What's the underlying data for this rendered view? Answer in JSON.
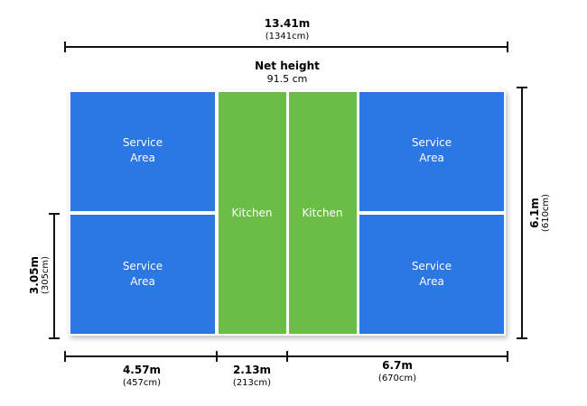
{
  "court": {
    "width_label": "13.41m",
    "width_label_cm": "(1341cm)",
    "net_label": "Net height",
    "net_value": "91.5 cm",
    "depth_label": "6.1m",
    "depth_label_cm": "(610cm)",
    "half_depth_label": "3.05m",
    "half_depth_label_cm": "(305cm)",
    "zones": {
      "service_tl": [
        "Service",
        "Area"
      ],
      "service_bl": [
        "Service",
        "Area"
      ],
      "service_tr": [
        "Service",
        "Area"
      ],
      "service_br": [
        "Service",
        "Area"
      ],
      "kitchen_left": "Kitchen",
      "kitchen_right": "Kitchen"
    },
    "segments": [
      {
        "label": "4.57m",
        "sub": "(457cm)"
      },
      {
        "label": "2.13m",
        "sub": "(213cm)"
      },
      {
        "label": "6.7m",
        "sub": "(670cm)"
      }
    ],
    "colors": {
      "service": "#2b77e3",
      "kitchen": "#6cbd45",
      "line": "#ffffff",
      "dimension": "#111111"
    }
  }
}
